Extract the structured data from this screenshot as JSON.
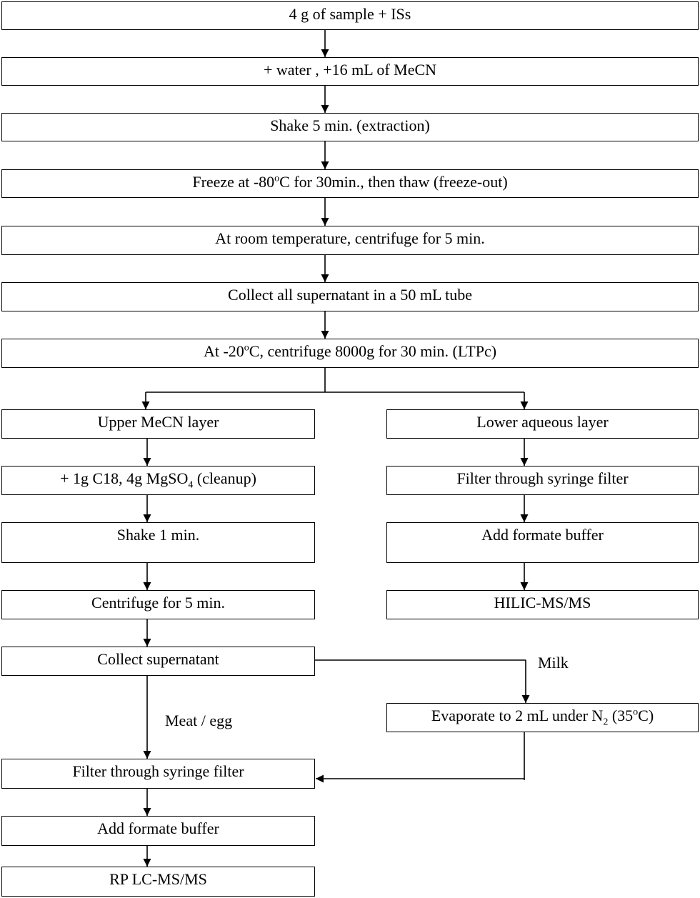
{
  "steps": {
    "s1": "4 g of sample + ISs",
    "s2": "+ water , +16 mL of MeCN",
    "s3": "Shake 5 min. (extraction)",
    "s4": {
      "a": "Freeze at -80",
      "sup": "o",
      "b": "C for 30min., then thaw (freeze-out)"
    },
    "s5": "At room temperature, centrifuge for 5 min.",
    "s6": "Collect all supernatant in a 50 mL tube",
    "s7": {
      "a": "At -20",
      "sup": "o",
      "b": "C, centrifuge 8000g for 30 min. (LTPc)"
    }
  },
  "left": {
    "l1": "Upper MeCN layer",
    "l2": {
      "a": "+ 1g C18, 4g MgSO",
      "sub": "4",
      "b": " (cleanup)"
    },
    "l3": "Shake 1 min.",
    "l4": "Centrifuge for 5 min.",
    "l5": "Collect supernatant",
    "l6": "Filter through syringe filter",
    "l7": "Add formate buffer",
    "l8": "RP LC-MS/MS"
  },
  "right": {
    "r1": "Lower aqueous layer",
    "r2": "Filter through syringe filter",
    "r3": "Add formate buffer",
    "r4": "HILIC-MS/MS",
    "r5": {
      "a": "Evaporate to 2 mL under N",
      "sub": "2",
      "b": " (35",
      "sup": "o",
      "c": "C)"
    }
  },
  "labels": {
    "milk": "Milk",
    "meat_egg": "Meat / egg"
  }
}
